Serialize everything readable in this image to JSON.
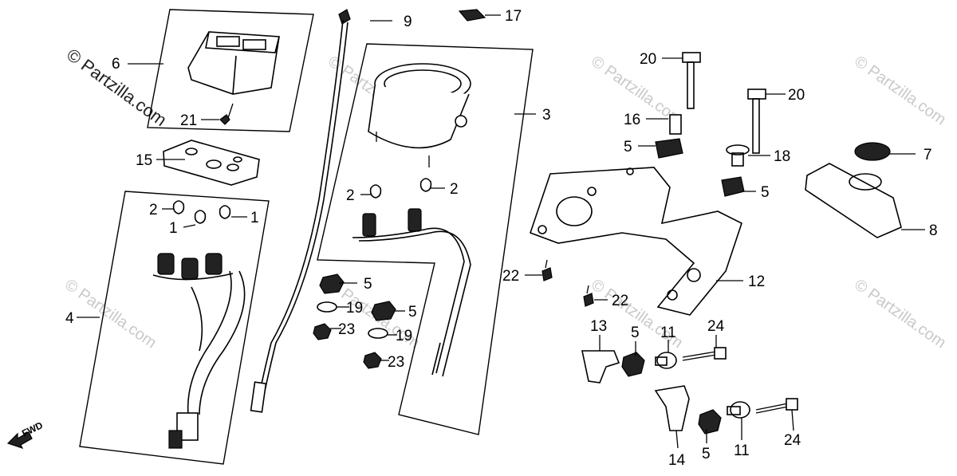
{
  "watermark": {
    "main": "© Partzilla.com",
    "faint": "© Partzilla.com"
  },
  "fwd_label": "FWD",
  "callouts": {
    "c1a": "1",
    "c1b": "1",
    "c2a": "2",
    "c2b": "2",
    "c2c": "2",
    "c3": "3",
    "c4": "4",
    "c5a": "5",
    "c5b": "5",
    "c5c": "5",
    "c5d": "5",
    "c5e": "5",
    "c5f": "5",
    "c6": "6",
    "c7": "7",
    "c8": "8",
    "c9": "9",
    "c11a": "11",
    "c11b": "11",
    "c12": "12",
    "c13": "13",
    "c14": "14",
    "c15": "15",
    "c16": "16",
    "c17": "17",
    "c18": "18",
    "c19a": "19",
    "c19b": "19",
    "c20a": "20",
    "c20b": "20",
    "c21": "21",
    "c22a": "22",
    "c22b": "22",
    "c23a": "23",
    "c23b": "23",
    "c24a": "24",
    "c24b": "24"
  }
}
